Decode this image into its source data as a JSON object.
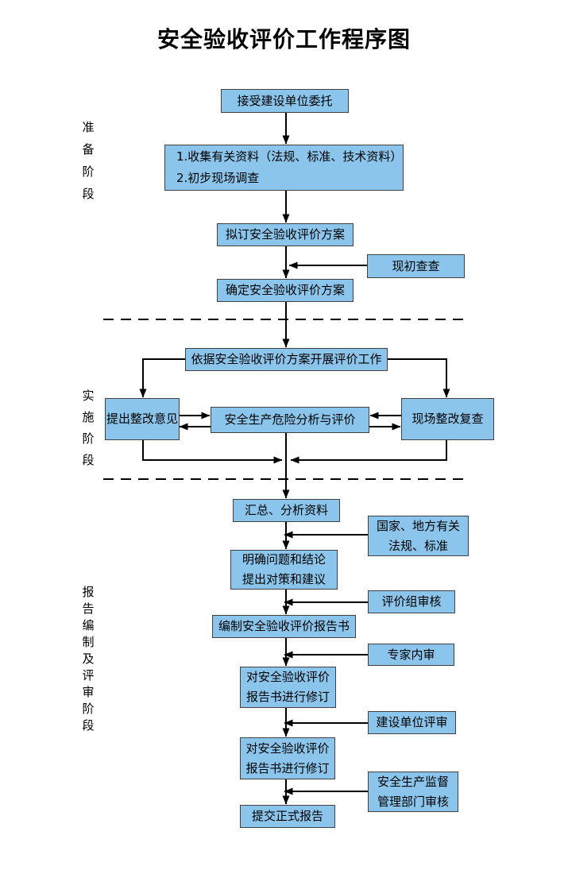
{
  "title": "安全验收评价工作程序图",
  "phases": [
    {
      "label": "准\n备\n阶\n段"
    },
    {
      "label": "实\n施\n阶\n段"
    },
    {
      "label": "报\n告\n编\n制\n及\n评\n审\n阶\n段"
    }
  ],
  "nodes": {
    "accept": {
      "label": "接受建设单位委托"
    },
    "collect": {
      "label": "1.收集有关资料（法规、标准、技术资料）\n2.初步现场调查"
    },
    "draft_plan": {
      "label": "拟订安全验收评价方案"
    },
    "initial_check": {
      "label": "现初查查"
    },
    "confirm_plan": {
      "label": "确定安全验收评价方案"
    },
    "carry_out": {
      "label": "依据安全验收评价方案开展评价工作"
    },
    "propose_rectify": {
      "label": "提出整改意见"
    },
    "hazard_analysis": {
      "label": "安全生产危险分析与评价"
    },
    "site_recheck": {
      "label": "现场整改复查"
    },
    "summarize": {
      "label": "汇总、分析资料"
    },
    "laws_standards": {
      "label": "国家、地方有关\n法规、标准"
    },
    "clarify": {
      "label": "明确问题和结论\n提出对策和建议"
    },
    "eval_group_review": {
      "label": "评价组审核"
    },
    "compile_report": {
      "label": "编制安全验收评价报告书"
    },
    "expert_review": {
      "label": "专家内审"
    },
    "revise_1": {
      "label": "对安全验收评价\n报告书进行修订"
    },
    "client_review": {
      "label": "建设单位评审"
    },
    "revise_2": {
      "label": "对安全验收评价\n报告书进行修订"
    },
    "authority_review": {
      "label": "安全生产监督\n管理部门审核"
    },
    "submit_report": {
      "label": "提交正式报告"
    }
  },
  "colors": {
    "box_fill": "#8CC5EB",
    "box_border": "#404040",
    "connector": "#000000",
    "text": "#000000",
    "background": "#FFFFFF"
  }
}
